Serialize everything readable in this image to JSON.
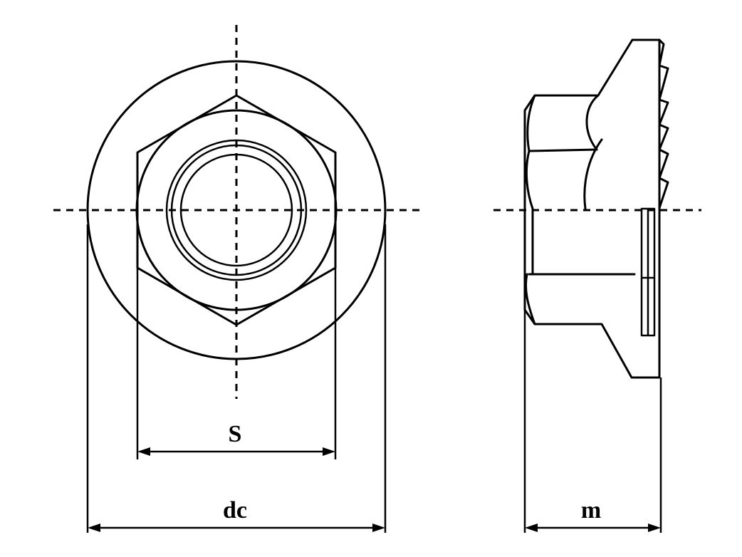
{
  "diagram": {
    "dimension_labels": {
      "across_flats": "S",
      "flange_diameter": "dc",
      "height": "m"
    }
  }
}
